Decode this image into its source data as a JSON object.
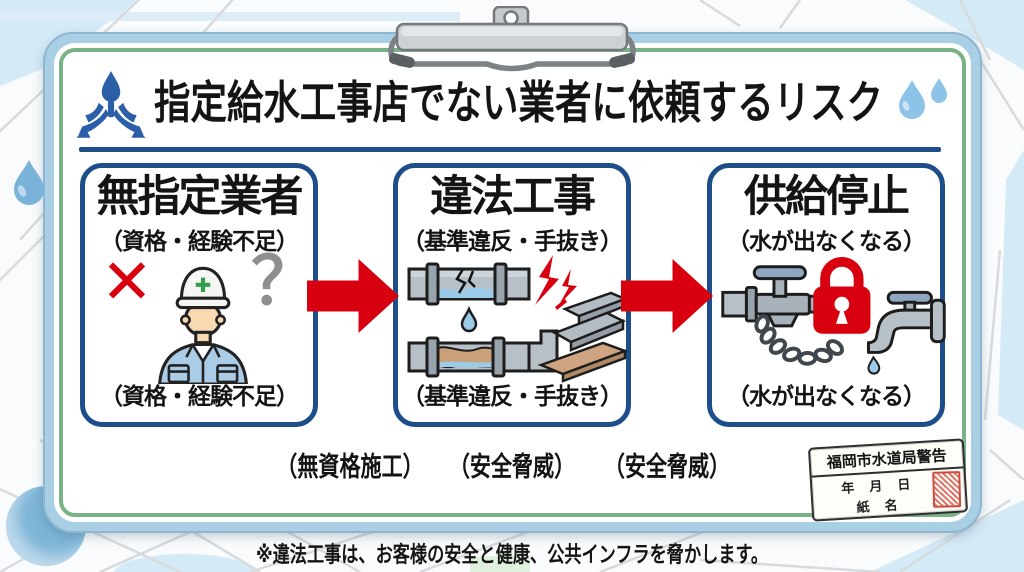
{
  "page": {
    "title": "指定給水工事店でない業者に依頼するリスク",
    "footer_note": "※違法工事は、お客様の安全と健康、公共インフラを脅かします。"
  },
  "boxes": [
    {
      "heading": "無指定業者",
      "subtitle_top": "（資格・経験不足）",
      "subtitle_bottom": "（資格・経験不足）",
      "x_mark": "✕",
      "question_mark": "？"
    },
    {
      "heading": "違法工事",
      "subtitle_top": "（基準違反・手抜き）",
      "subtitle_bottom": "（基準違反・手抜き）"
    },
    {
      "heading": "供給停止",
      "subtitle_top": "（水が出なくなる）",
      "subtitle_bottom": "（水が出なくなる）"
    }
  ],
  "flow_labels": [
    "（無資格施工）",
    "（安全脅威）",
    "（安全脅威）"
  ],
  "stamp": {
    "title": "福岡市水道局警告",
    "date_line": "年　月　日",
    "name_line": "紙　名"
  },
  "colors": {
    "accent_red": "#d8000f",
    "box_border_blue": "#1d4e8a",
    "board_blue": "#a9cfe4",
    "board_green": "#79b286",
    "logo_blue": "#2b5fa8",
    "water_blue": "#8cc3e6",
    "title_underline": "#1d4e8a"
  }
}
